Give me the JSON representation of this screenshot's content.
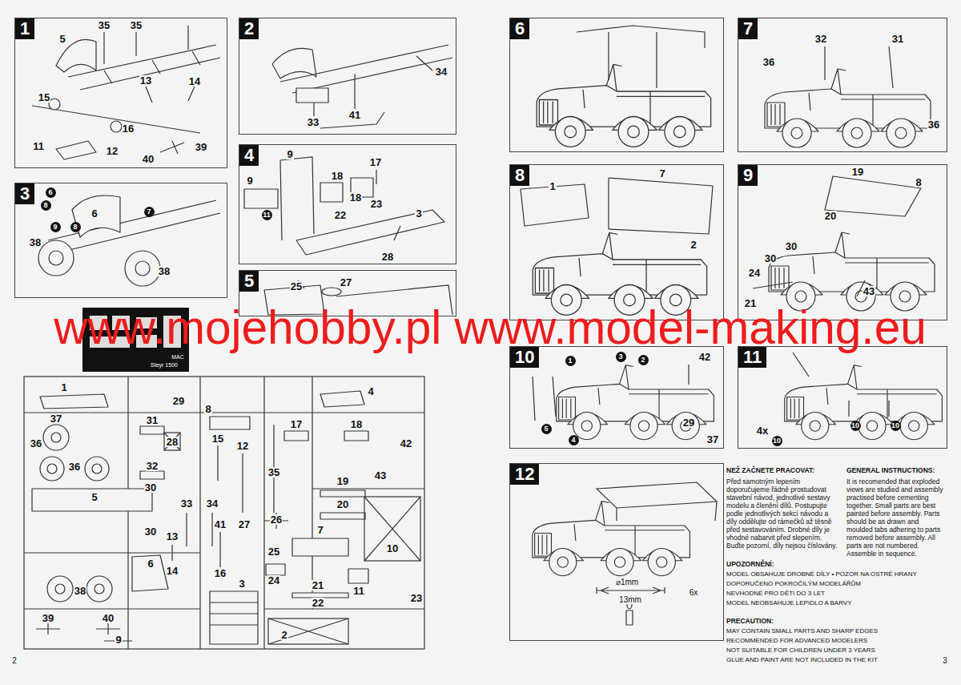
{
  "diagram": {
    "nodes": [
      {
        "text": [
          "1"
        ]
      },
      {
        "text": [
          "2"
        ]
      },
      {
        "text": [
          "3"
        ]
      },
      {
        "text": [
          "4"
        ]
      },
      {
        "text": [
          "5"
        ]
      },
      {
        "text": [
          "6"
        ]
      },
      {
        "text": [
          "7"
        ]
      },
      {
        "text": [
          "8"
        ]
      },
      {
        "text": [
          "9"
        ]
      },
      {
        "text": [
          "10"
        ]
      },
      {
        "text": [
          "11"
        ]
      },
      {
        "text": [
          "12"
        ]
      }
    ],
    "labels": [
      "35",
      "35",
      "5",
      "13",
      "14",
      "15",
      "16",
      "11",
      "12",
      "39",
      "40",
      "34",
      "33",
      "41",
      "6",
      "8",
      "6",
      "7",
      "9",
      "8",
      "38",
      "38",
      "9",
      "9",
      "18",
      "17",
      "18",
      "23",
      "22",
      "11",
      "3",
      "28",
      "25",
      "27",
      "Steyr 1500",
      "MAC",
      "1",
      "29",
      "8",
      "4",
      "37",
      "31",
      "28",
      "15",
      "12",
      "17",
      "18",
      "42",
      "36",
      "36",
      "32",
      "35",
      "43",
      "19",
      "20",
      "30",
      "5",
      "33",
      "34",
      "26",
      "41",
      "27",
      "7",
      "10",
      "30",
      "13",
      "25",
      "6",
      "14",
      "16",
      "24",
      "3",
      "21",
      "38",
      "11",
      "23",
      "22",
      "39",
      "40",
      "2",
      "9",
      "32",
      "31",
      "36",
      "36",
      "1",
      "7",
      "2",
      "19",
      "8",
      "20",
      "30",
      "30",
      "24",
      "21",
      "43",
      "1",
      "3",
      "2",
      "42",
      "5",
      "4",
      "29",
      "37",
      "4x",
      "10",
      "10",
      "10",
      "⌀1mm",
      "13mm",
      "6x",
      "NEŽ ZAČNETE PRACOVAT:",
      "Před samotným lepením doporučujeme řádně prostudovat stavební návod, jednotlivé sestavy modelu a členění dílů. Postupujte podle jednotlivých sekcí návodu a díly oddělujte od rámečků až těsně před sestavováním. Drobné díly je vhodné nabarvit před slepením. Buďte pozorní, díly nejsou číslovány.",
      "GENERAL INSTRUCTIONS:",
      "It is recomended that exploded views are studied and assembly practised before cementing together. Small parts are best painted before assembly. Parts should be as drawn and moulded tabs adhering to parts removed before assembly. All parts are not numbered. Assemble in sequence.",
      "UPOZORNĚNÍ:",
      "MODEL OBSAHUJE DROBNÉ DÍLY • POZOR NA OSTRÉ HRANY",
      "DOPORUČENO POKROČILÝM MODELÁŘŮM",
      "NEVHODNÉ PRO DĚTI DO 3 LET",
      "MODEL NEOBSAHUJE LEPIDLO A BARVY",
      "PRECAUTION:",
      "MAY CONTAIN SMALL PARTS AND SHARP EDGES",
      "RECOMMENDED FOR ADVANCED MODELERS",
      "NOT SUITABLE FOR CHILDREN UNDER 3 YEARS",
      "GLUE AND PAINT ARE NOT INCLUDED IN THE KIT",
      "2",
      "3",
      "www.mojehobby.pl www.model-making.eu"
    ]
  }
}
